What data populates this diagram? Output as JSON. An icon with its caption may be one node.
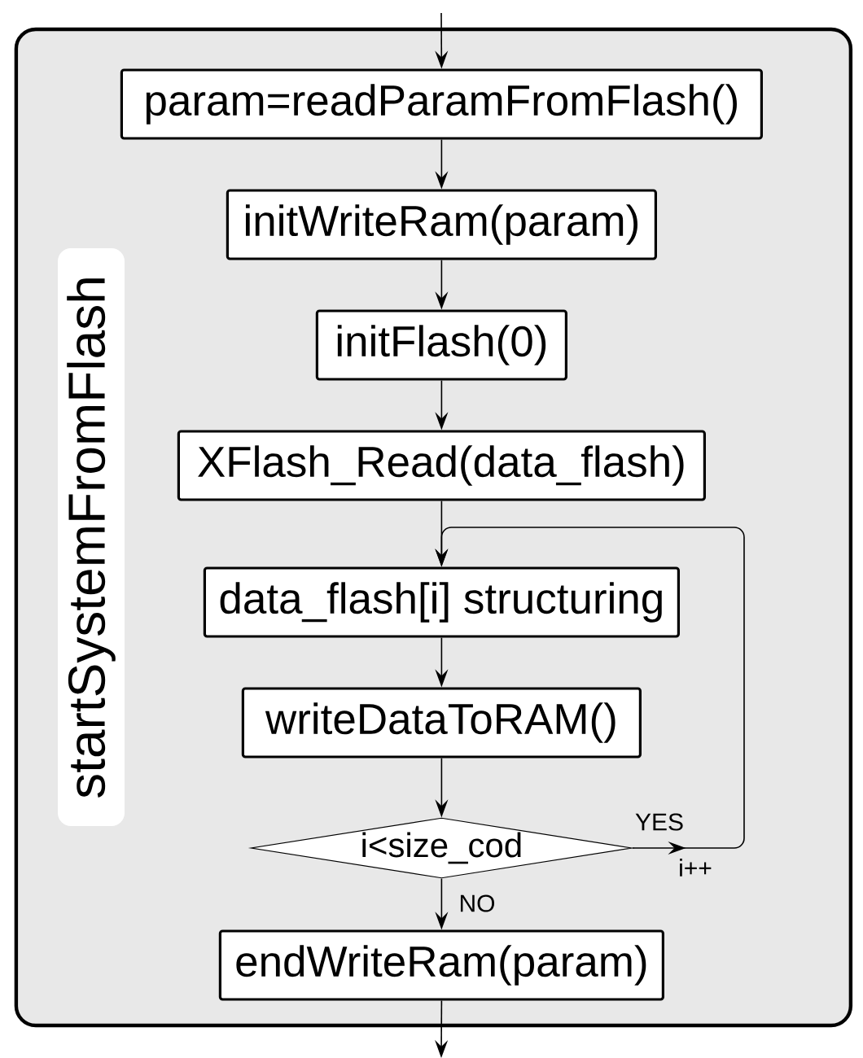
{
  "diagram": {
    "nodes": [
      {
        "text": [
          "startSystemFromFlash"
        ]
      },
      {
        "text": [
          "param=readParamFromFlash()"
        ],
        "in": 0
      },
      {
        "text": [
          "initWriteRam(param)"
        ],
        "in": 0
      },
      {
        "text": [
          "initFlash(0)"
        ],
        "in": 0
      },
      {
        "text": [
          "XFlash_Read(data_flash)"
        ],
        "in": 0
      },
      {
        "text": [
          "data_flash[i] structuring"
        ],
        "in": 0
      },
      {
        "text": [
          "writeDataToRAM()"
        ],
        "in": 0
      },
      {
        "text": [
          "i<size_cod"
        ],
        "in": 0
      },
      {
        "text": [
          "endWriteRam(param)"
        ],
        "in": 0
      }
    ],
    "edges": [
      {
        "from": null,
        "to": 1,
        "arrow": "to"
      },
      {
        "from": 1,
        "to": 2,
        "arrow": "to"
      },
      {
        "from": 2,
        "to": 3,
        "arrow": "to"
      },
      {
        "from": 3,
        "to": 4,
        "arrow": "to"
      },
      {
        "from": 4,
        "to": 5,
        "arrow": "to"
      },
      {
        "from": 5,
        "to": 6,
        "arrow": "to"
      },
      {
        "from": 6,
        "to": 7,
        "arrow": "to"
      },
      {
        "from": 7,
        "to": 5,
        "arrow": "to",
        "label": "YES"
      },
      {
        "from": 7,
        "to": 8,
        "arrow": "to",
        "label": "NO"
      },
      {
        "from": 8,
        "to": null,
        "arrow": "to"
      }
    ],
    "labels": [
      "i++"
    ]
  }
}
